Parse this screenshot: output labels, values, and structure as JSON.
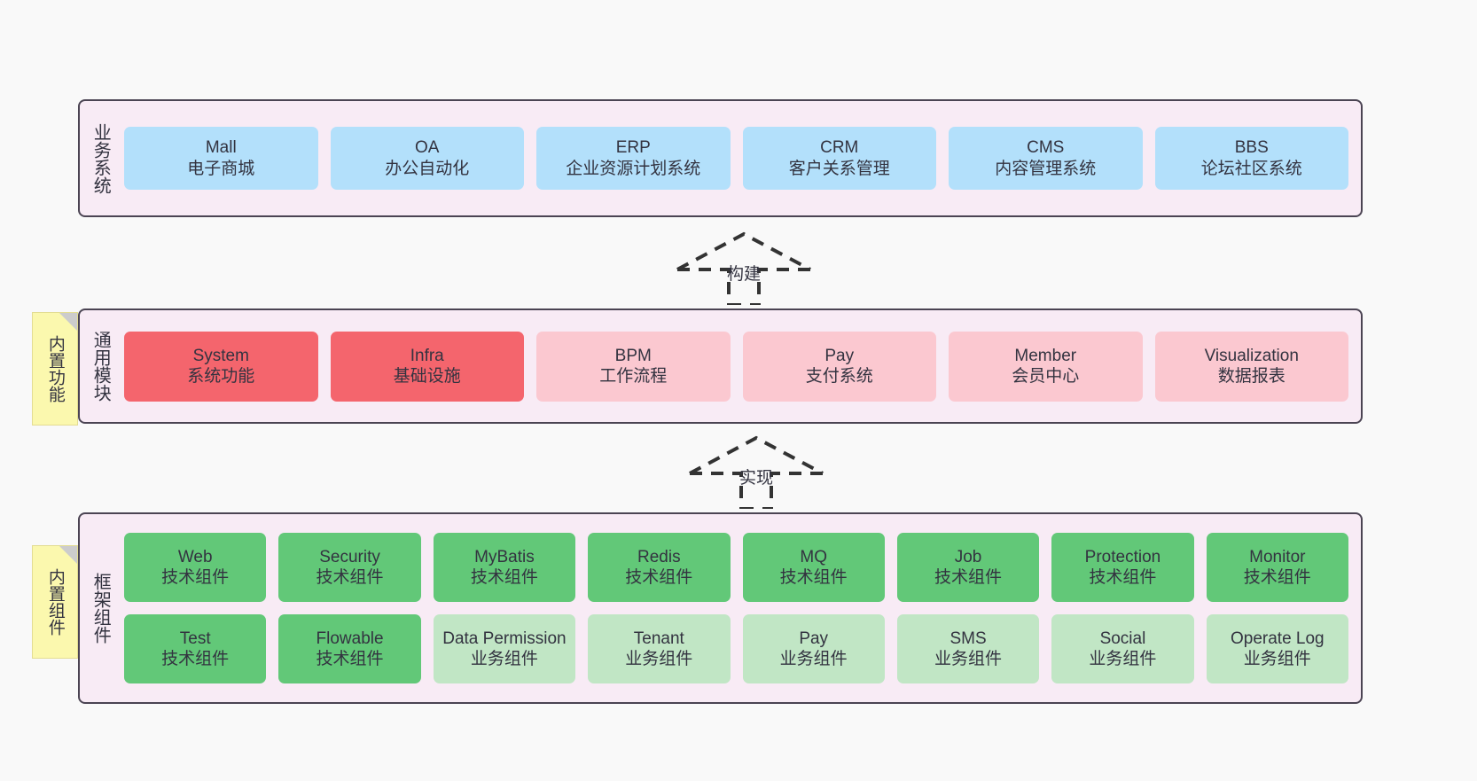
{
  "diagram": {
    "background_color": "#f9f9f9",
    "layer_bg_color": "#f8ebf5",
    "layer_border_color": "#4b4453",
    "note_color": "#fbf8ae"
  },
  "notes": [
    {
      "name": "built-in-functions",
      "label": "内置功能"
    },
    {
      "name": "built-in-components",
      "label": "内置组件"
    }
  ],
  "connectors": [
    {
      "name": "build",
      "label": "构建",
      "style": "dashed-hollow-arrow-up"
    },
    {
      "name": "implement",
      "label": "实现",
      "style": "dashed-hollow-arrow-up"
    }
  ],
  "layers": [
    {
      "id": "business",
      "title": "业务系统",
      "rows": [
        {
          "cells": [
            {
              "en": "Mall",
              "cn": "电子商城",
              "color": "#b3e0fb"
            },
            {
              "en": "OA",
              "cn": "办公自动化",
              "color": "#b3e0fb"
            },
            {
              "en": "ERP",
              "cn": "企业资源计划系统",
              "color": "#b3e0fb"
            },
            {
              "en": "CRM",
              "cn": "客户关系管理",
              "color": "#b3e0fb"
            },
            {
              "en": "CMS",
              "cn": "内容管理系统",
              "color": "#b3e0fb"
            },
            {
              "en": "BBS",
              "cn": "论坛社区系统",
              "color": "#b3e0fb"
            }
          ]
        }
      ]
    },
    {
      "id": "modules",
      "title": "通用模块",
      "rows": [
        {
          "cells": [
            {
              "en": "System",
              "cn": "系统功能",
              "color": "#f4656d"
            },
            {
              "en": "Infra",
              "cn": "基础设施",
              "color": "#f4656d"
            },
            {
              "en": "BPM",
              "cn": "工作流程",
              "color": "#fbc8d0"
            },
            {
              "en": "Pay",
              "cn": "支付系统",
              "color": "#fbc8d0"
            },
            {
              "en": "Member",
              "cn": "会员中心",
              "color": "#fbc8d0"
            },
            {
              "en": "Visualization",
              "cn": "数据报表",
              "color": "#fbc8d0"
            }
          ]
        }
      ]
    },
    {
      "id": "framework",
      "title": "框架组件",
      "rows": [
        {
          "cells": [
            {
              "en": "Web",
              "cn": "技术组件",
              "color": "#62c878"
            },
            {
              "en": "Security",
              "cn": "技术组件",
              "color": "#62c878"
            },
            {
              "en": "MyBatis",
              "cn": "技术组件",
              "color": "#62c878"
            },
            {
              "en": "Redis",
              "cn": "技术组件",
              "color": "#62c878"
            },
            {
              "en": "MQ",
              "cn": "技术组件",
              "color": "#62c878"
            },
            {
              "en": "Job",
              "cn": "技术组件",
              "color": "#62c878"
            },
            {
              "en": "Protection",
              "cn": "技术组件",
              "color": "#62c878"
            },
            {
              "en": "Monitor",
              "cn": "技术组件",
              "color": "#62c878"
            }
          ]
        },
        {
          "cells": [
            {
              "en": "Test",
              "cn": "技术组件",
              "color": "#62c878"
            },
            {
              "en": "Flowable",
              "cn": "技术组件",
              "color": "#62c878"
            },
            {
              "en": "Data Permission",
              "cn": "业务组件",
              "color": "#c1e6c5",
              "wrap": true
            },
            {
              "en": "Tenant",
              "cn": "业务组件",
              "color": "#c1e6c5"
            },
            {
              "en": "Pay",
              "cn": "业务组件",
              "color": "#c1e6c5"
            },
            {
              "en": "SMS",
              "cn": "业务组件",
              "color": "#c1e6c5"
            },
            {
              "en": "Social",
              "cn": "业务组件",
              "color": "#c1e6c5"
            },
            {
              "en": "Operate Log",
              "cn": "业务组件",
              "color": "#c1e6c5"
            }
          ]
        }
      ]
    }
  ]
}
